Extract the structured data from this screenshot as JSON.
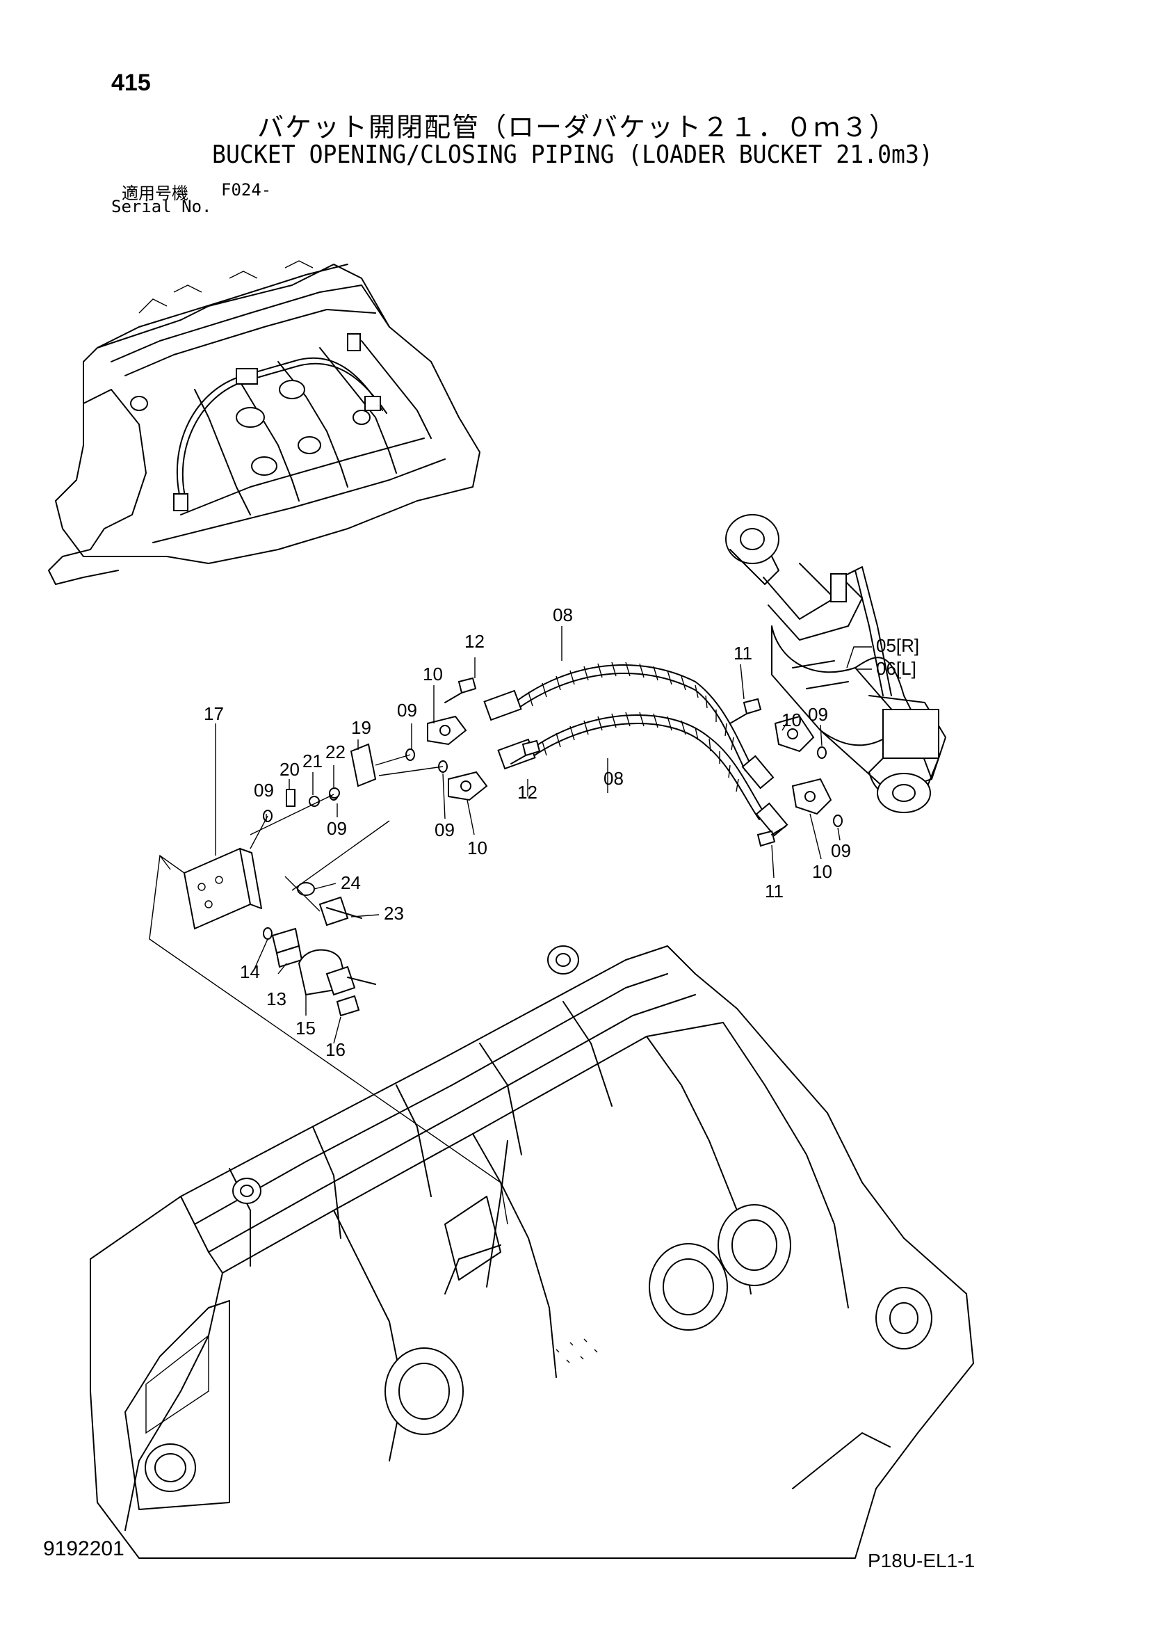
{
  "header": {
    "page_number": "415",
    "title_ja": "バケット開閉配管（ローダバケット２１．０ｍ３）",
    "title_en": "BUCKET OPENING/CLOSING PIPING (LOADER BUCKET 21.0m3)",
    "serial_label_ja": "適用号機",
    "serial_value": "F024-",
    "serial_label_en": "Serial No."
  },
  "callouts": {
    "c05": "05[R]",
    "c06": "06[L]",
    "c08a": "08",
    "c08b": "08",
    "c09a": "09",
    "c09b": "09",
    "c09c": "09",
    "c09d": "09",
    "c09e": "09",
    "c09f": "09",
    "c10a": "10",
    "c10b": "10",
    "c10c": "10",
    "c10d": "10",
    "c11a": "11",
    "c11b": "11",
    "c12a": "12",
    "c12b": "12",
    "c13": "13",
    "c14": "14",
    "c15": "15",
    "c16": "16",
    "c17": "17",
    "c19": "19",
    "c20": "20",
    "c21": "21",
    "c22": "22",
    "c23": "23",
    "c24": "24"
  },
  "footer": {
    "drawing_number": "9192201",
    "sheet_code": "P18U-EL1-1"
  }
}
